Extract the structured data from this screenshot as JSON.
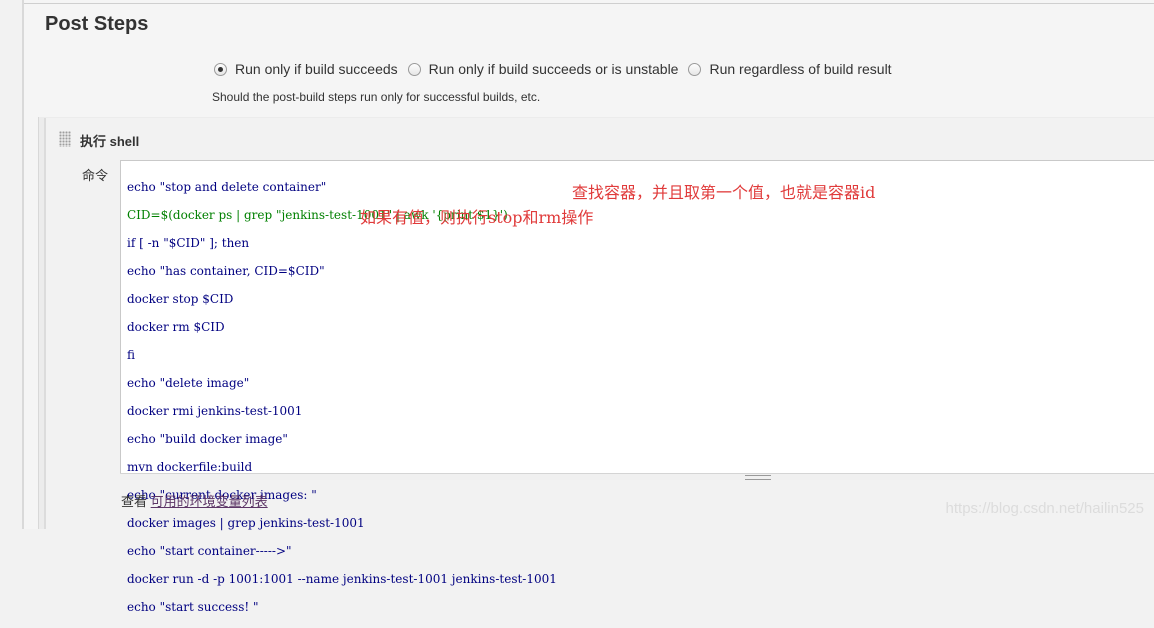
{
  "section_title": "Post Steps",
  "run_condition": {
    "options": [
      {
        "label": "Run only if build succeeds",
        "checked": true
      },
      {
        "label": "Run only if build succeeds or is unstable",
        "checked": false
      },
      {
        "label": "Run regardless of build result",
        "checked": false
      }
    ],
    "hint": "Should the post-build steps run only for successful builds, etc."
  },
  "step": {
    "title": "执行 shell",
    "command_label": "命令",
    "code_lines": [
      "echo \"stop and delete container\"",
      "CID=$(docker ps | grep \"jenkins-test-1001\" | awk '{print $1}')",
      "if [ -n \"$CID\" ]; then",
      "echo \"has container, CID=$CID\"",
      "docker stop $CID",
      "docker rm $CID",
      "fi",
      "echo \"delete image\"",
      "docker rmi jenkins-test-1001",
      "echo \"build docker image\"",
      "mvn dockerfile:build",
      "echo \"current docker images: \"",
      "docker images | grep jenkins-test-1001",
      "echo \"start container----->\"",
      "docker run -d -p 1001:1001 --name jenkins-test-1001 jenkins-test-1001",
      "echo \"start success! \""
    ],
    "annotations": [
      "查找容器，并且取第一个值，也就是容器id",
      "如果有值，则执行stop和rm操作"
    ]
  },
  "footer": {
    "prefix": "查看",
    "link": "可用的环境变量列表"
  },
  "watermark": "https://blog.csdn.net/hailin525"
}
